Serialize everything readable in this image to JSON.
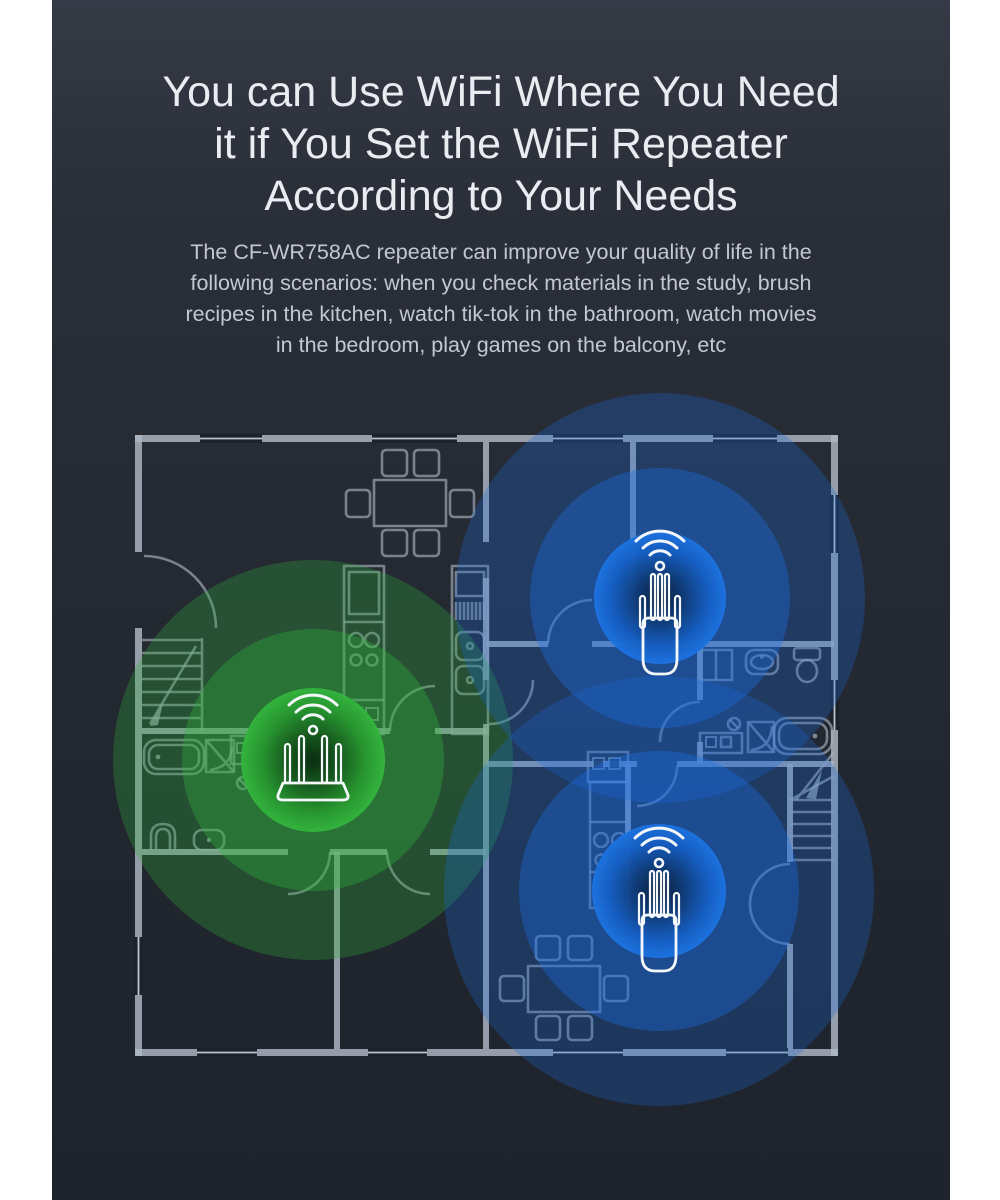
{
  "page": {
    "background": "#ffffff",
    "panel_background_top": "#363a46",
    "panel_background_bottom": "#1f232b"
  },
  "headline": {
    "color": "#e9edf2",
    "lines": [
      "You can Use WiFi Where You Need",
      "it if You Set the WiFi Repeater",
      "According to Your Needs"
    ]
  },
  "subheadline": {
    "color": "#c3c8d0",
    "product_model": "CF-WR758AC",
    "lines": [
      "The CF-WR758AC repeater can improve your quality of life in the",
      "following scenarios: when you check materials in the study, brush",
      "recipes in the kitchen, watch tik-tok in the bathroom, watch movies",
      "in the bedroom, play games on the balcony, etc"
    ]
  },
  "floor_plan": {
    "wall_color": "#aeb8c4",
    "furniture_color": "#a6b0bc",
    "device_color": "#f3f7fa",
    "coverage_zones": [
      {
        "name": "router-coverage",
        "color": "green",
        "color_hex": "#2fae3c",
        "device": "wifi-router"
      },
      {
        "name": "repeater-coverage-top",
        "color": "blue",
        "color_hex": "#1a6ae0",
        "device": "wifi-repeater"
      },
      {
        "name": "repeater-coverage-bottom",
        "color": "blue",
        "color_hex": "#1a6ae0",
        "device": "wifi-repeater"
      }
    ],
    "icons": [
      "wifi-waves-icon",
      "wifi-router-icon",
      "wifi-repeater-icon"
    ]
  }
}
